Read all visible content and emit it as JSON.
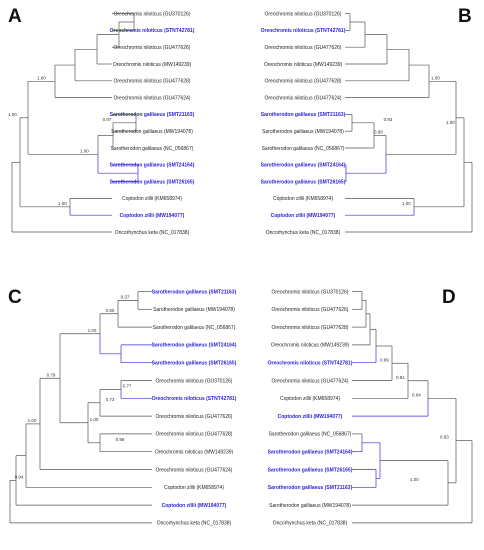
{
  "colors": {
    "highlight": "#2a1fd6",
    "branch": "#555555",
    "text": "#222222"
  },
  "panels": [
    {
      "id": "A",
      "leaves": [
        {
          "label": "Oreochromis niloticus (GU370126)",
          "hl": false
        },
        {
          "label": "Oreochromis niloticus (STNT42781)",
          "hl": true
        },
        {
          "label": "Oreochromis niloticus (GU477626)",
          "hl": false
        },
        {
          "label": "Oreochromis niloticus (MW149239)",
          "hl": false
        },
        {
          "label": "Oreochromis niloticus (GU477628)",
          "hl": false
        },
        {
          "label": "Oreochromis niloticus (GU477624)",
          "hl": false
        },
        {
          "label": "Sarotherodon galilaeus (SMT21163)",
          "hl": true
        },
        {
          "label": "Sarotherodon galilaeus (MW194078)",
          "hl": false
        },
        {
          "label": "Sarotherodon galilaeus (NC_056867)",
          "hl": false
        },
        {
          "label": "Sarotherodon galilaeus (SMT24164)",
          "hl": true
        },
        {
          "label": "Sarotherodon galilaeus (SMT26165)",
          "hl": true
        },
        {
          "label": "Coptodon zillii (KM658974)",
          "hl": false
        },
        {
          "label": "Coptodon zillii (MW194077)",
          "hl": true
        },
        {
          "label": "Oncorhynchus keta (NC_017838)",
          "hl": false
        }
      ],
      "bootstraps": [
        "1.00",
        "1.00",
        "0.97",
        "1.00",
        "1.00"
      ]
    },
    {
      "id": "B",
      "leaves": [
        {
          "label": "Oreochromis niloticus (GU370126)",
          "hl": false
        },
        {
          "label": "Oreochromis niloticus (STNT42781)",
          "hl": true
        },
        {
          "label": "Oreochromis niloticus (GU477626)",
          "hl": false
        },
        {
          "label": "Oreochromis niloticus (MW149239)",
          "hl": false
        },
        {
          "label": "Oreochromis niloticus (GU477628)",
          "hl": false
        },
        {
          "label": "Oreochromis niloticus (GU477624)",
          "hl": false
        },
        {
          "label": "Sarotherodon galilaeus (SMT21163)",
          "hl": true
        },
        {
          "label": "Sarotherodon galilaeus (MW194078)",
          "hl": false
        },
        {
          "label": "Sarotherodon galilaeus (NC_056867)",
          "hl": false
        },
        {
          "label": "Sarotherodon galilaeus (SMT24164)",
          "hl": true
        },
        {
          "label": "Sarotherodon galilaeus (SMT26165)",
          "hl": true
        },
        {
          "label": "Coptodon zillii (KM658974)",
          "hl": false
        },
        {
          "label": "Coptodon zillii (MW194077)",
          "hl": true
        },
        {
          "label": "Oncorhynchus keta (NC_017838)",
          "hl": false
        }
      ],
      "bootstraps": [
        "1.00",
        "0.93",
        "0.98",
        "1.00",
        "1.00"
      ]
    },
    {
      "id": "C",
      "leaves": [
        {
          "label": "Sarotherodon galilaeus (SMT21163)",
          "hl": true
        },
        {
          "label": "Sarotherodon galilaeus (MW194078)",
          "hl": false
        },
        {
          "label": "Sarotherodon galilaeus (NC_056867)",
          "hl": false
        },
        {
          "label": "Sarotherodon galilaeus (SMT24164)",
          "hl": true
        },
        {
          "label": "Sarotherodon galilaeus (SMT26165)",
          "hl": true
        },
        {
          "label": "Oreochromis niloticus (GU370126)",
          "hl": false
        },
        {
          "label": "Oreochromis niloticus (STNT42781)",
          "hl": true
        },
        {
          "label": "Oreochromis niloticus (GU477626)",
          "hl": false
        },
        {
          "label": "Oreochromis niloticus (GU477628)",
          "hl": false
        },
        {
          "label": "Oreochromis niloticus (MW149239)",
          "hl": false
        },
        {
          "label": "Oreochromis niloticus (GU477624)",
          "hl": false
        },
        {
          "label": "Coptodon zillii (KM658974)",
          "hl": false
        },
        {
          "label": "Coptodon zillii (MW194077)",
          "hl": true
        },
        {
          "label": "Oncorhynchus keta (NC_017838)",
          "hl": false
        }
      ],
      "bootstraps": [
        "0.37",
        "0.80",
        "1.00",
        "0.79",
        "0.77",
        "0.73",
        "0.98",
        "1.00",
        "1.00",
        "0.94"
      ]
    },
    {
      "id": "D",
      "leaves": [
        {
          "label": "Oreochromis niloticus (GU370126)",
          "hl": false
        },
        {
          "label": "Oreochromis niloticus (GU477626)",
          "hl": false
        },
        {
          "label": "Oreochromis niloticus (GU477628)",
          "hl": false
        },
        {
          "label": "Oreochromis niloticus (MW149239)",
          "hl": false
        },
        {
          "label": "Oreochromis niloticus (STNT42781)",
          "hl": true
        },
        {
          "label": "Oreochromis niloticus (GU477624)",
          "hl": false
        },
        {
          "label": "Coptodon zillii (KM658974)",
          "hl": false
        },
        {
          "label": "Coptodon zillii (MW194077)",
          "hl": true
        },
        {
          "label": "Sarotherodon galilaeus (NC_056867)",
          "hl": false
        },
        {
          "label": "Sarotherodon galilaeus (SMT24164)",
          "hl": true
        },
        {
          "label": "Sarotherodon galilaeus (SMT26165)",
          "hl": true
        },
        {
          "label": "Sarotherodon galilaeus (SMT21163)",
          "hl": true
        },
        {
          "label": "Sarotherodon galilaeus (MW194078)",
          "hl": false
        },
        {
          "label": "Oncorhynchus keta (NC_017838)",
          "hl": false
        }
      ],
      "bootstraps": [
        "0.99",
        "0.91",
        "0.64",
        "0.83",
        "1.00"
      ]
    }
  ]
}
